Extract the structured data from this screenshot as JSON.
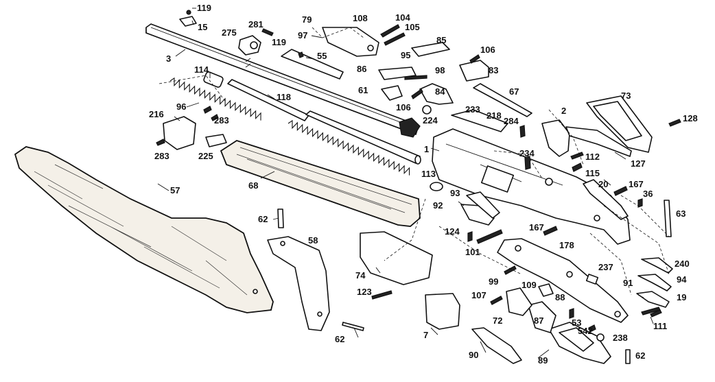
{
  "part_numbers": {
    "p119a": "119",
    "p15": "15",
    "p281": "281",
    "p275": "275",
    "p3": "3",
    "p79": "79",
    "p108": "108",
    "p104": "104",
    "p105": "105",
    "p97": "97",
    "p119b": "119",
    "p55": "55",
    "p85": "85",
    "p95": "95",
    "p106a": "106",
    "p86": "86",
    "p98": "98",
    "p83": "83",
    "p114": "114",
    "p118": "118",
    "p61": "61",
    "p84": "84",
    "p67": "67",
    "p73": "73",
    "p96": "96",
    "p106b": "106",
    "p233": "233",
    "p218": "218",
    "p284": "284",
    "p2": "2",
    "p128": "128",
    "p216": "216",
    "p283a": "283",
    "p224": "224",
    "p283b": "283",
    "p225": "225",
    "p1": "1",
    "p234": "234",
    "p112": "112",
    "p127": "127",
    "p115": "115",
    "p68": "68",
    "p113": "113",
    "p20": "20",
    "p167a": "167",
    "p36": "36",
    "p57": "57",
    "p93": "93",
    "p63": "63",
    "p92": "92",
    "p62a": "62",
    "p58": "58",
    "p124": "124",
    "p167b": "167",
    "p101": "101",
    "p178": "178",
    "p237": "237",
    "p240": "240",
    "p74": "74",
    "p99": "99",
    "p94": "94",
    "p91": "91",
    "p123": "123",
    "p107": "107",
    "p109": "109",
    "p88": "88",
    "p19": "19",
    "p72": "72",
    "p87": "87",
    "p53": "53",
    "p111": "111",
    "p7": "7",
    "p542": "542",
    "p238": "238",
    "p62b": "62",
    "p90": "90",
    "p89": "89",
    "p62c": "62"
  }
}
